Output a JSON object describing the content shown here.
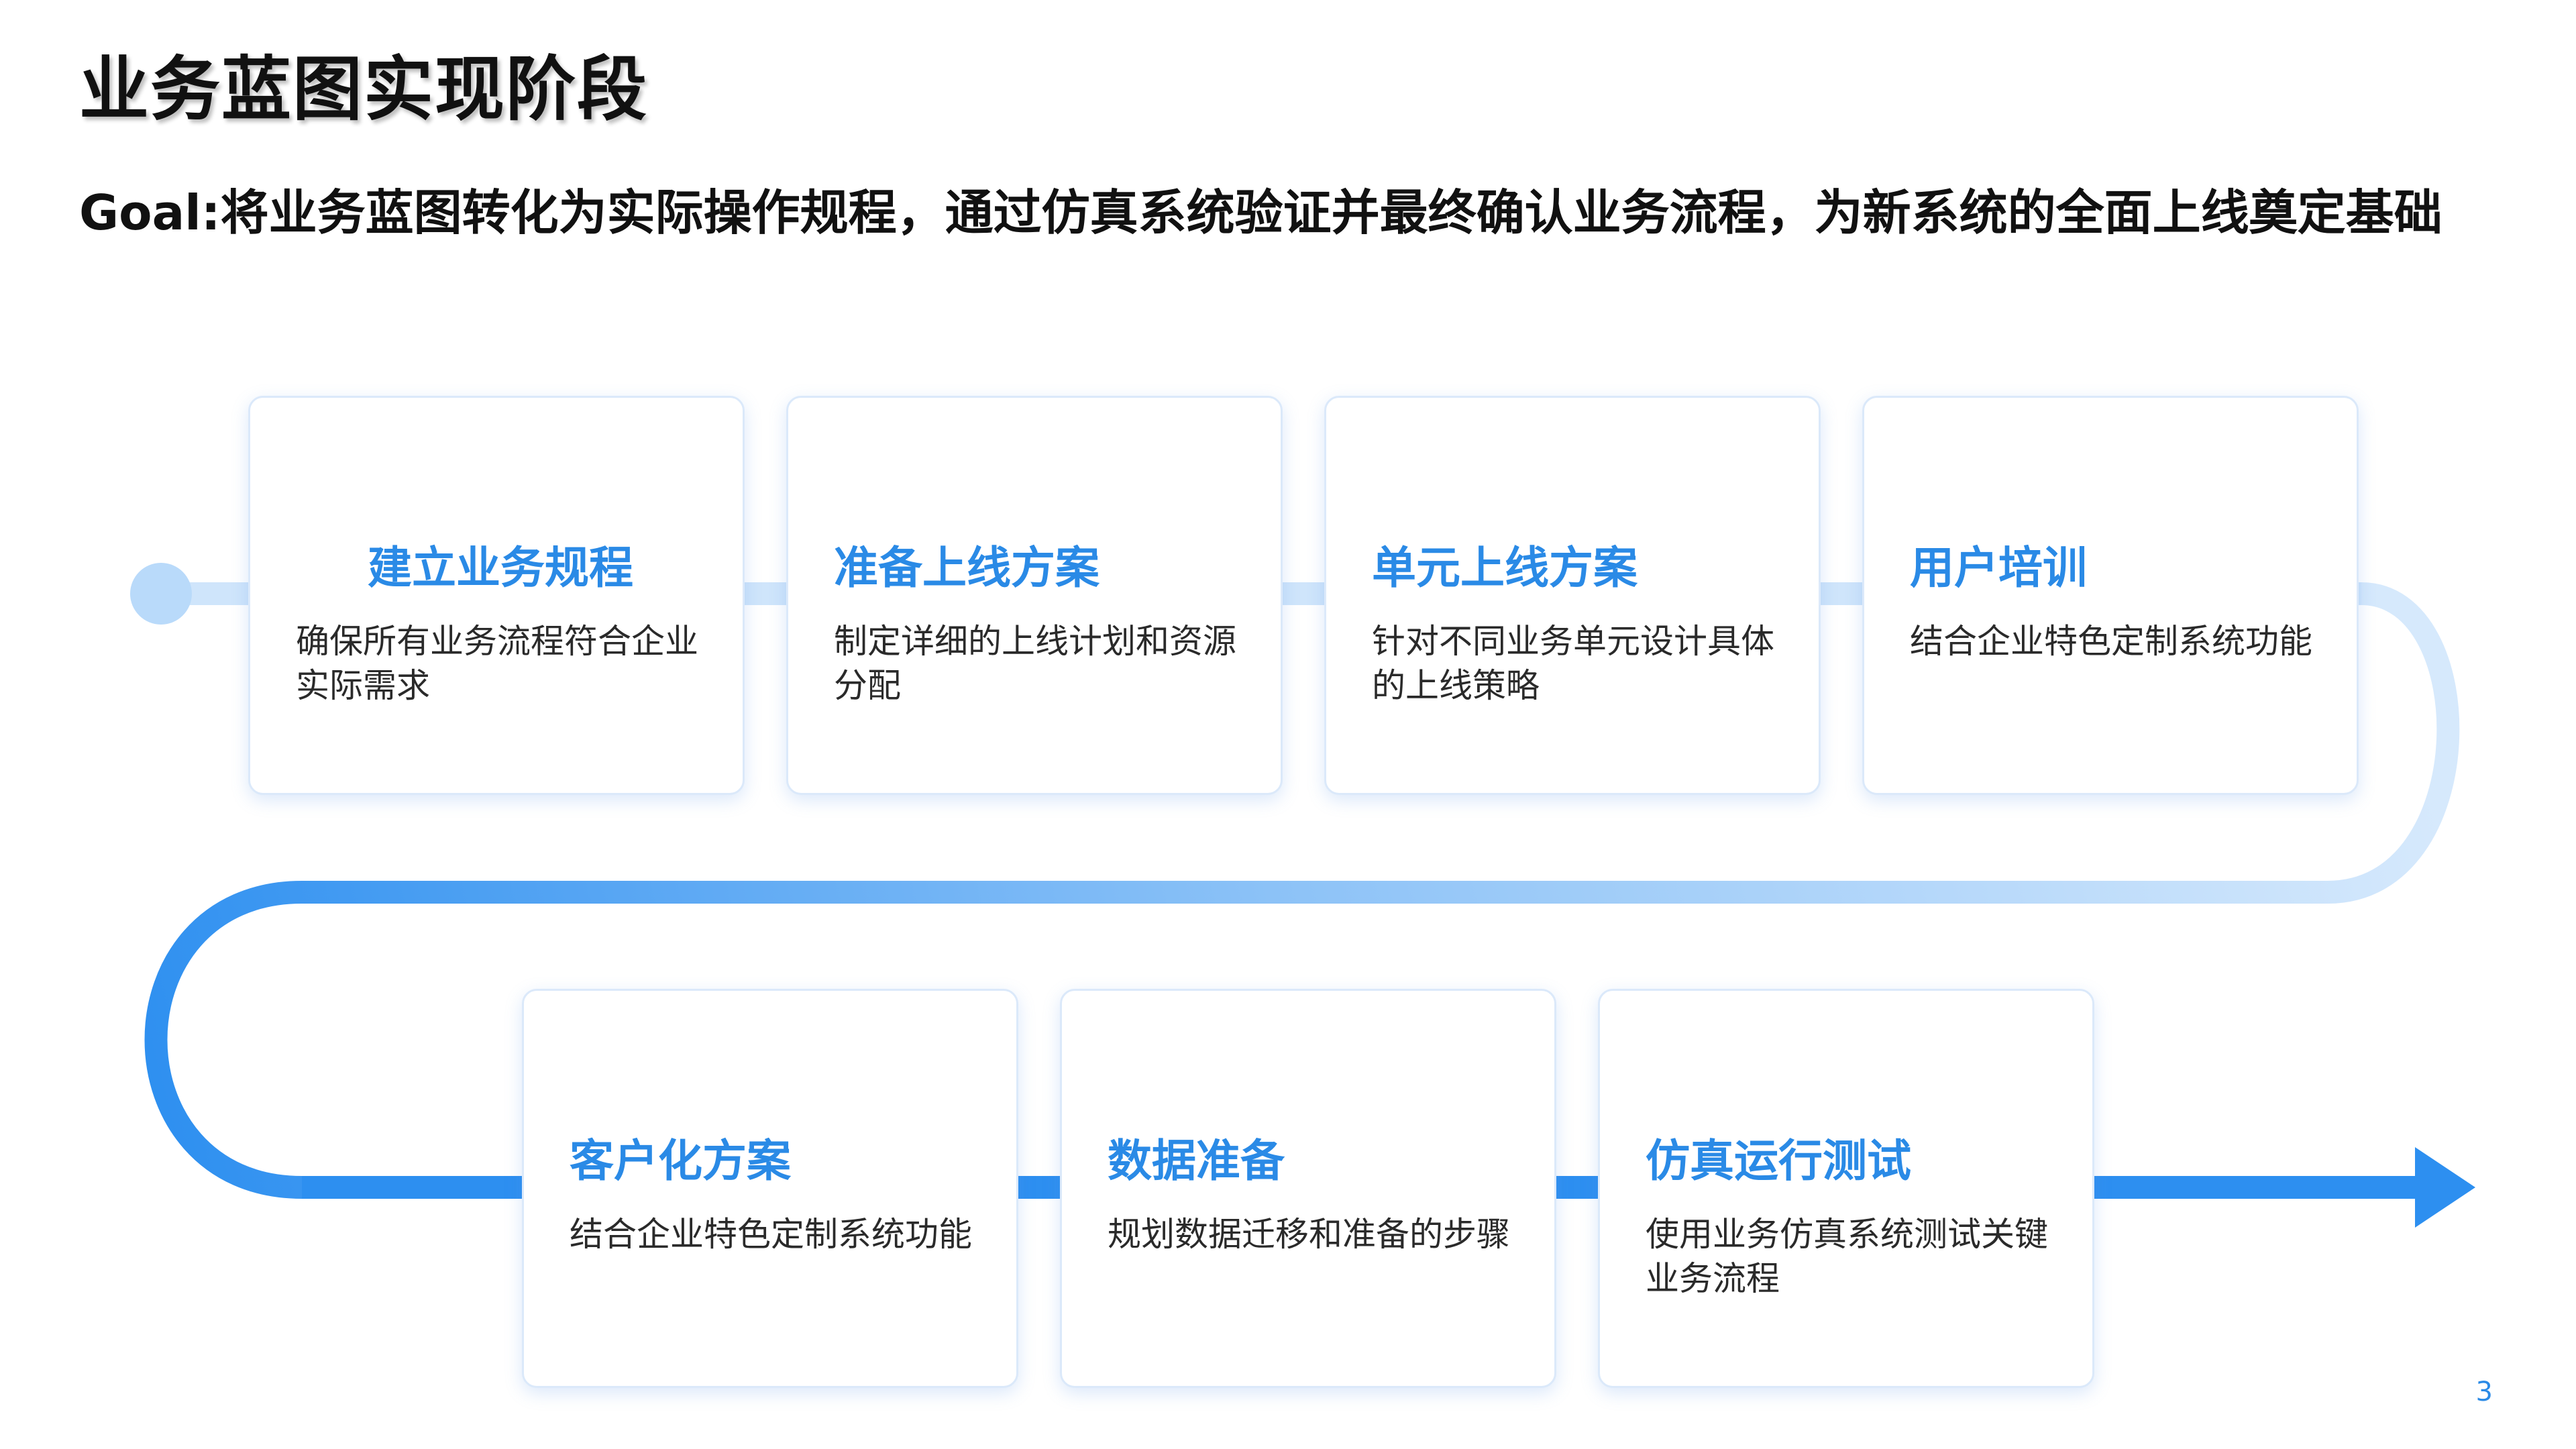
{
  "title": "业务蓝图实现阶段",
  "goal": "Goal:将业务蓝图转化为实际操作规程，通过仿真系统验证并最终确认业务流程，为新系统的全面上线奠定基础",
  "steps": [
    {
      "title": "建立业务规程",
      "desc": "确保所有业务流程符合企业实际需求"
    },
    {
      "title": "准备上线方案",
      "desc": "制定详细的上线计划和资源分配"
    },
    {
      "title": "单元上线方案",
      "desc": "针对不同业务单元设计具体的上线策略"
    },
    {
      "title": "用户培训",
      "desc": "结合企业特色定制系统功能"
    },
    {
      "title": "客户化方案",
      "desc": "结合企业特色定制系统功能"
    },
    {
      "title": "数据准备",
      "desc": "规划数据迁移和准备的步骤"
    },
    {
      "title": "仿真运行测试",
      "desc": "使用业务仿真系统测试关键业务流程"
    }
  ],
  "page_number": "3",
  "colors": {
    "accent": "#2a8ae6",
    "line_light": "#cfe5fb",
    "line_dark": "#2d8ff0"
  }
}
